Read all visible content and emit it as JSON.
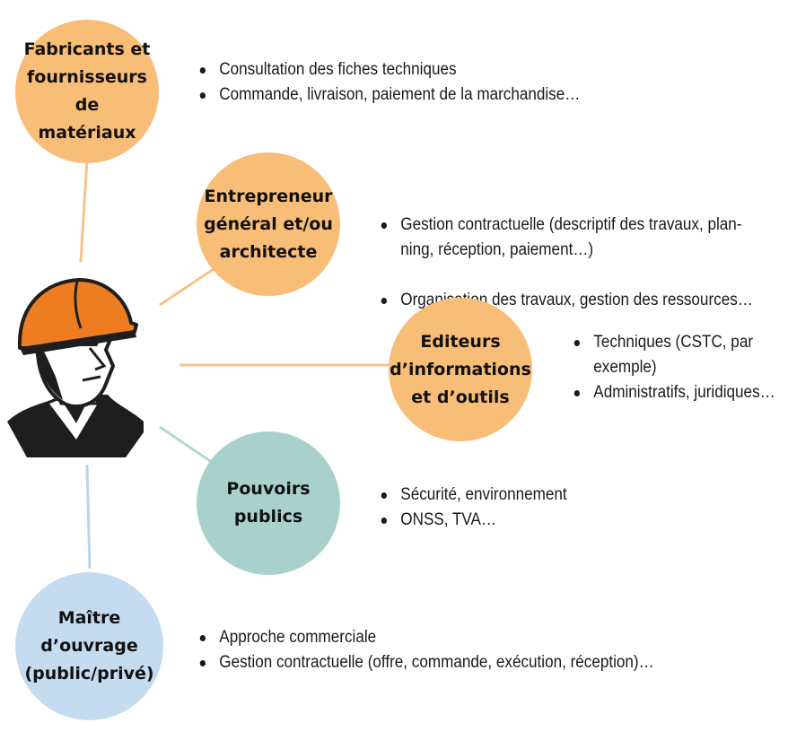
{
  "colors": {
    "orange_node": "#f8bd76",
    "teal_node": "#a8d1cc",
    "blue_node": "#c5dbf0",
    "orange_link": "#f6c487",
    "teal_link": "#b3d8d3",
    "blue_link": "#bcd4ea",
    "helmet": "#ee7d21",
    "face": "#ffffff",
    "ink": "#1e1e1e"
  },
  "center": {
    "icon": "construction-worker-icon"
  },
  "nodes": [
    {
      "label": "Fabricants et\nfournisseurs de\nmatériaux",
      "bullets": [
        "Consultation des fiches techniques",
        "Commande, livraison, paiement de la marchandise…"
      ]
    },
    {
      "label": "Entrepreneur\ngénéral et/ou\narchitecte",
      "bullets": [
        "Gestion contractuelle (descriptif des travaux, plan-\nning, réception, paiement…)",
        "Organisation des travaux, gestion des ressources…"
      ]
    },
    {
      "label": "Editeurs\nd’informations\net d’outils",
      "bullets": [
        "Techniques (CSTC, par\nexemple)",
        "Administratifs, juridiques…"
      ]
    },
    {
      "label": "Pouvoirs\npublics",
      "bullets": [
        "Sécurité, environnement",
        "ONSS, TVA…"
      ]
    },
    {
      "label": "Maître\nd’ouvrage\n(public/privé)",
      "bullets": [
        "Approche commerciale",
        "Gestion contractuelle (offre, commande, exécution, réception)…"
      ]
    }
  ]
}
